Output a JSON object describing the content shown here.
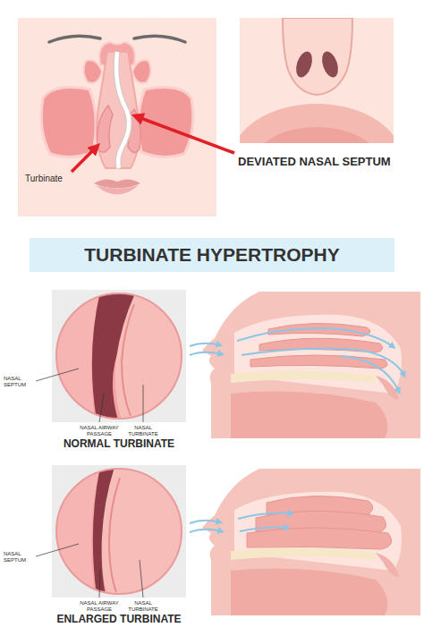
{
  "diagram": {
    "title": "TURBINATE HYPERTROPHY",
    "labels": [
      "Turbinate",
      "DEVIATED NASAL SEPTUM",
      "NASAL SEPTUM",
      "NASAL AIRWAY PASSAGE",
      "NASAL TURBINATE",
      "NORMAL TURBINATE",
      "NASAL SEPTUM",
      "NASAL AIRWAY PASSAGE",
      "NASAL TURBINATE",
      "ENLARGED TURBINATE"
    ]
  }
}
